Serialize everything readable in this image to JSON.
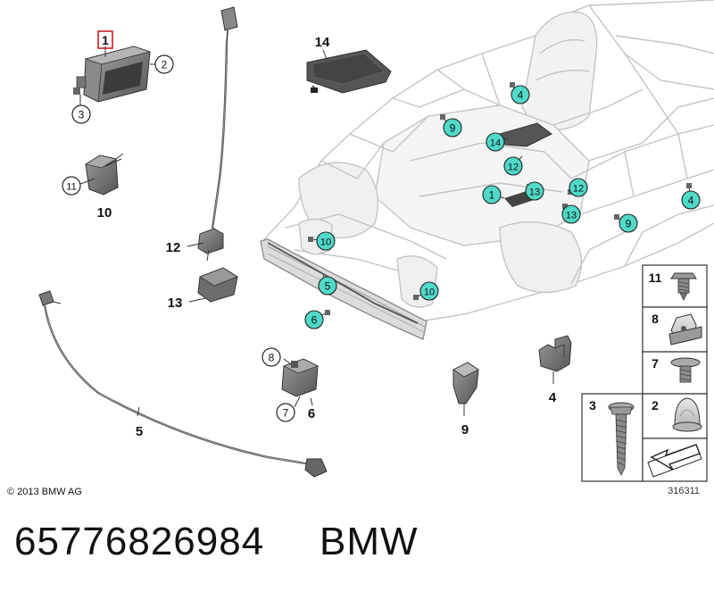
{
  "labels": {
    "top_left_group": {
      "n1": "1",
      "n2": "2",
      "n3": "3"
    },
    "sensor_group": {
      "n11": "11",
      "n10": "10"
    },
    "cable_top": {
      "n12": "12",
      "n13": "13"
    },
    "cable_bottom": {
      "n5": "5"
    },
    "n14": "14",
    "box_group": {
      "n8": "8",
      "n7": "7",
      "n6": "6"
    },
    "n9": "9",
    "n4": "4"
  },
  "callouts": {
    "c4": "4",
    "c9a": "9",
    "c14": "14",
    "c12a": "12",
    "c1": "1",
    "c13a": "13",
    "c12b": "12",
    "c13b": "13",
    "c9b": "9",
    "c4b": "4",
    "c10a": "10",
    "c5": "5",
    "c10b": "10",
    "c6": "6"
  },
  "fasteners": {
    "f11": "11",
    "f8": "8",
    "f7": "7",
    "f3": "3",
    "f2": "2"
  },
  "copyright": "© 2013 BMW AG",
  "diagram_id": "316311",
  "part_number": "65776826984",
  "brand": "BMW",
  "colors": {
    "callout_fill": "#4fd9c9",
    "highlight_box": "#cc1f1f",
    "line": "#222222"
  }
}
